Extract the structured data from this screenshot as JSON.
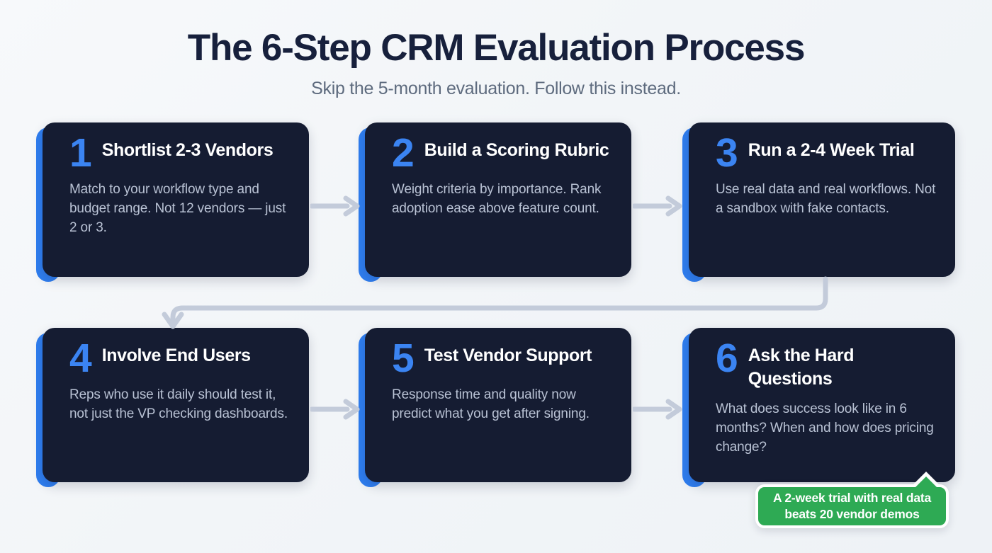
{
  "header": {
    "title": "The 6-Step CRM Evaluation Process",
    "subtitle": "Skip the 5-month evaluation. Follow this instead."
  },
  "colors": {
    "background": "#f4f7fa",
    "card_background": "#151c32",
    "accent_blue": "#2f7ef0",
    "number_blue": "#3b84f2",
    "title_navy": "#17203c",
    "subtitle_gray": "#5e6b7e",
    "body_gray": "#b9c2d4",
    "callout_green": "#2eaa54",
    "connector_gray": "#c3cbda"
  },
  "steps": [
    {
      "number": "1",
      "title": "Shortlist 2-3 Vendors",
      "description": "Match to your workflow type and budget range. Not 12 vendors — just 2 or 3."
    },
    {
      "number": "2",
      "title": "Build a Scoring Rubric",
      "description": "Weight criteria by importance. Rank adoption ease above feature count."
    },
    {
      "number": "3",
      "title": "Run a 2-4 Week Trial",
      "description": "Use real data and real workflows. Not a sandbox with fake contacts."
    },
    {
      "number": "4",
      "title": "Involve End Users",
      "description": "Reps who use it daily should test it, not just the VP checking dashboards."
    },
    {
      "number": "5",
      "title": "Test Vendor Support",
      "description": "Response time and quality now predict what you get after signing."
    },
    {
      "number": "6",
      "title": "Ask the Hard Questions",
      "description": "What does success look like in 6 months? When and how does pricing change?"
    }
  ],
  "callout": {
    "text": "A 2-week trial with real data beats 20 vendor demos"
  },
  "connectors": {
    "arrow_1_2": "arrow-right-icon",
    "arrow_2_3": "arrow-right-icon",
    "arrow_3_4": "arrow-wrap-down-icon",
    "arrow_4_5": "arrow-right-icon",
    "arrow_5_6": "arrow-right-icon"
  }
}
